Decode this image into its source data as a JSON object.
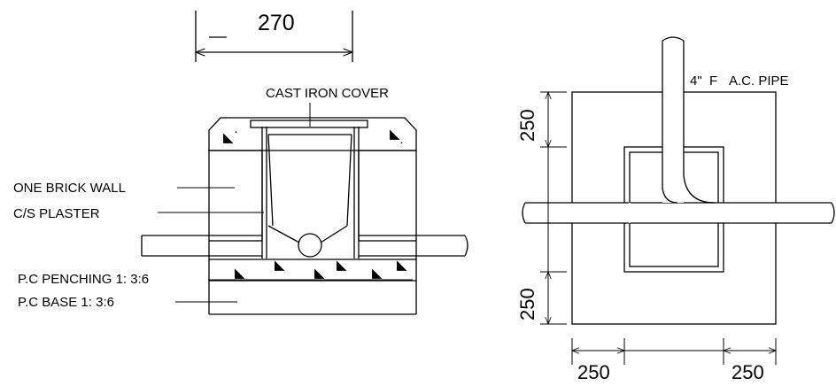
{
  "section_view": {
    "top_dimension": "270",
    "labels": {
      "cast_iron_cover": "CAST IRON COVER",
      "one_brick_wall": "ONE BRICK WALL",
      "cs_plaster": "C/S PLASTER",
      "pc_penching": "P.C PENCHING  1: 3:6",
      "pc_base": "P.C BASE 1: 3:6"
    }
  },
  "plan_view": {
    "pipe_label_size": "4\"",
    "pipe_label_symbol": "F",
    "pipe_label_text": "A.C. PIPE",
    "dim_top": "250",
    "dim_bottom": "250",
    "dim_left": "250",
    "dim_right": "250"
  }
}
